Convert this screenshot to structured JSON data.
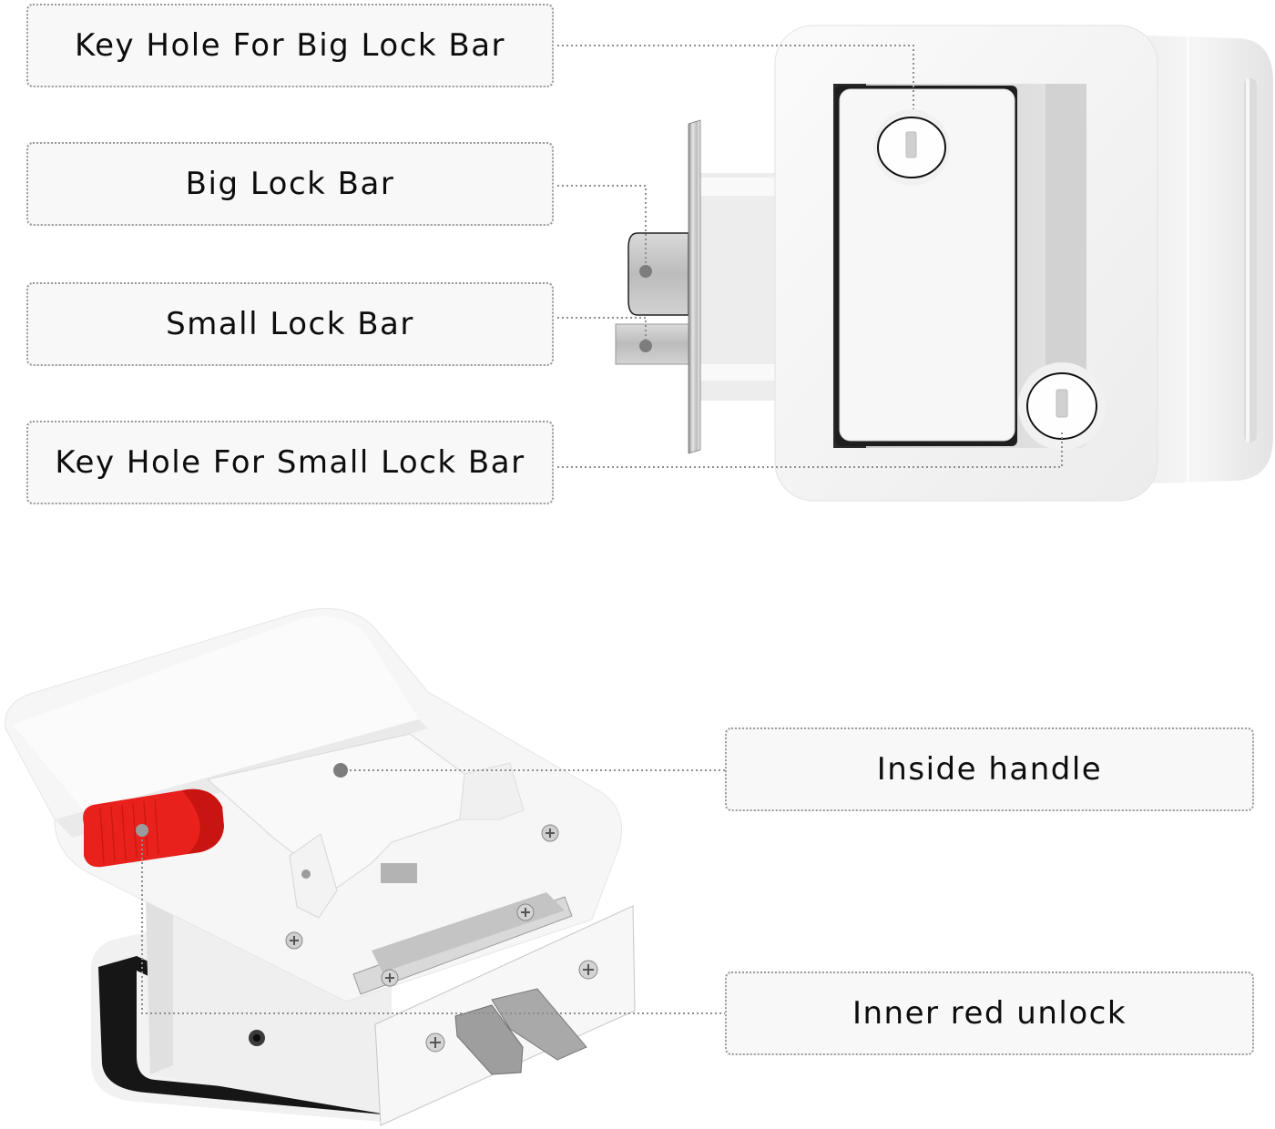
{
  "diagram": {
    "colors": {
      "label_bg": "#f8f8f8",
      "label_border": "#9a9a9a",
      "text": "#0d0d0d",
      "leader": "#8e8e8e",
      "marker": "#7d7d7d",
      "lock_body": "#f4f4f4",
      "red_lever": "#e8211c",
      "chrome": "#c9c9c9"
    },
    "top_view": {
      "subject": "RV entry door latch - exterior view",
      "callouts": [
        {
          "label": "Key Hole For Big Lock Bar",
          "target": "upper-key-cylinder"
        },
        {
          "label": "Big Lock Bar",
          "target": "deadbolt"
        },
        {
          "label": "Small Lock Bar",
          "target": "latch-bolt"
        },
        {
          "label": "Key Hole For Small Lock Bar",
          "target": "lower-key-cylinder"
        }
      ]
    },
    "bottom_view": {
      "subject": "RV entry door latch - interior view",
      "callouts": [
        {
          "label": "Inside handle",
          "target": "inside-handle-paddle"
        },
        {
          "label": "Inner red unlock",
          "target": "red-unlock-lever"
        }
      ]
    }
  }
}
